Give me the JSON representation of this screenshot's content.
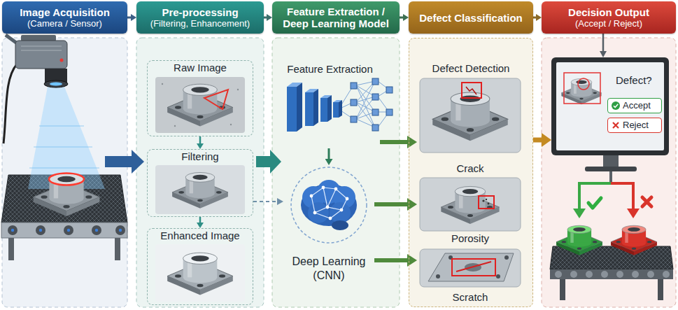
{
  "diagram": {
    "nodes": [
      {
        "text": [
          "Image Acquisition",
          "(Camera / Sensor)"
        ]
      },
      {
        "text": [
          "Pre-processing",
          "(Filtering, Enhancement)"
        ]
      },
      {
        "text": [
          "Feature Extraction / Deep Learning Model"
        ]
      },
      {
        "text": [
          "Defect Classification"
        ]
      },
      {
        "text": [
          "Decision Output",
          "(Accept / Reject)"
        ]
      },
      {
        "text": [
          "Raw Image"
        ]
      },
      {
        "text": [
          "Filtering"
        ]
      },
      {
        "text": [
          "Enhanced Image"
        ]
      },
      {
        "text": [
          "Feature Extraction"
        ]
      },
      {
        "text": [
          "Deep Learning (CNN)"
        ]
      },
      {
        "text": [
          "Defect Detection"
        ]
      },
      {
        "text": [
          "Crack"
        ],
        "in": 10
      },
      {
        "text": [
          "Porosity"
        ],
        "in": 10
      },
      {
        "text": [
          "Scratch"
        ],
        "in": 10
      },
      {
        "text": [
          "Defect?"
        ]
      },
      {
        "text": [
          "Accept"
        ],
        "in": 14
      },
      {
        "text": [
          "Reject"
        ],
        "in": 14
      }
    ],
    "edges": [
      {
        "from": 0,
        "to": 1,
        "arrow": "to"
      },
      {
        "from": 1,
        "to": 2,
        "arrow": "to"
      },
      {
        "from": 2,
        "to": 3,
        "arrow": "to"
      },
      {
        "from": 3,
        "to": 4,
        "arrow": "to"
      },
      {
        "from": 5,
        "to": 6,
        "arrow": "to"
      },
      {
        "from": 6,
        "to": 7,
        "arrow": "to"
      },
      {
        "from": 8,
        "to": 9,
        "arrow": "to"
      },
      {
        "from": 6,
        "to": 9,
        "arrow": "to"
      },
      {
        "from": 8,
        "to": 11,
        "arrow": "to"
      },
      {
        "from": 9,
        "to": 12,
        "arrow": "to"
      },
      {
        "from": 9,
        "to": 13,
        "arrow": "to"
      },
      {
        "from": 10,
        "to": 14,
        "arrow": "to"
      },
      {
        "from": 4,
        "to": 14,
        "arrow": "to"
      }
    ]
  }
}
